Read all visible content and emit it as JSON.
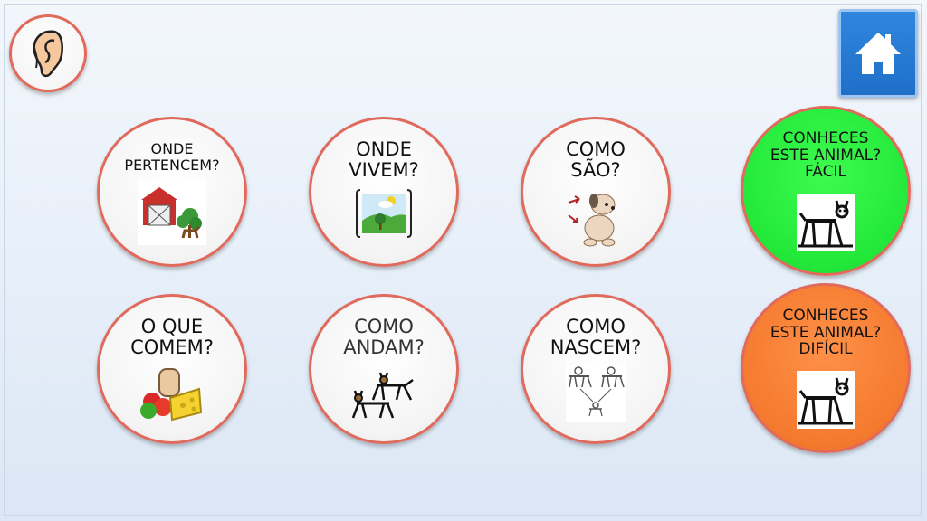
{
  "top_left": {
    "icon": "ear-icon"
  },
  "top_right": {
    "icon": "home-icon"
  },
  "tiles": [
    {
      "label": "ONDE\nPERTENCEM?",
      "icon": "farm-icon"
    },
    {
      "label": "ONDE\nVIVEM?",
      "icon": "landscape-icon"
    },
    {
      "label": "COMO\nSÃO?",
      "icon": "dog-icon"
    },
    {
      "label": "O QUE\nCOMEM?",
      "icon": "food-icon"
    },
    {
      "label": "COMO\nANDAM?",
      "icon": "walking-animals-icon"
    },
    {
      "label": "COMO\nNASCEM?",
      "icon": "animal-birth-icon"
    }
  ],
  "quiz": [
    {
      "label": "CONHECES\nESTE ANIMAL?\nFÁCIL",
      "icon": "animal-icon",
      "color": "#22e83a"
    },
    {
      "label": "CONHECES\nESTE ANIMAL?\nDIFÍCIL",
      "icon": "animal-icon",
      "color": "#f47a2e"
    }
  ],
  "colors": {
    "border": "#e06a5c",
    "home": "#1f6fc7"
  }
}
